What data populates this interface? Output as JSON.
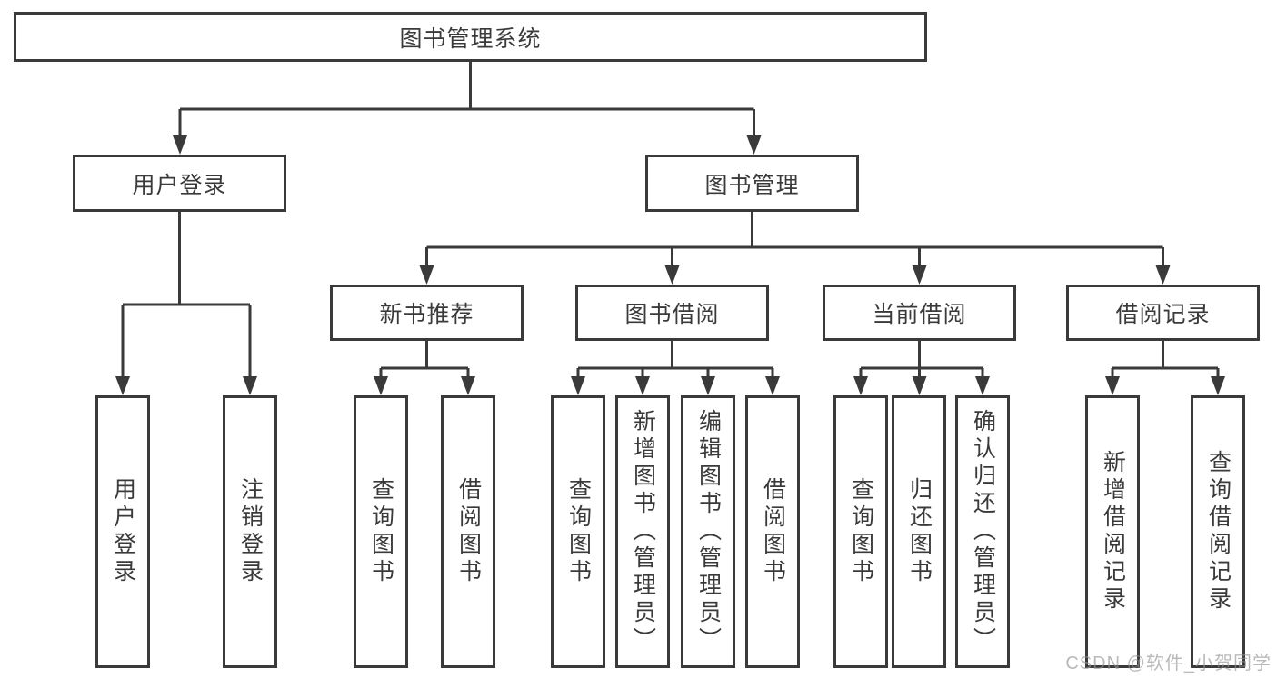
{
  "nodes": {
    "root": "图书管理系统",
    "level2": [
      "用户登录",
      "图书管理"
    ],
    "level3": [
      "新书推荐",
      "图书借阅",
      "当前借阅",
      "借阅记录"
    ],
    "leaves": {
      "user_login": [
        "用户登录",
        "注销登录"
      ],
      "new_books": [
        "查询图书",
        "借阅图书"
      ],
      "book_borrow": [
        "查询图书",
        "新增图书（管理员）",
        "编辑图书（管理员）",
        "借阅图书"
      ],
      "current_borrow": [
        "查询图书",
        "归还图书",
        "确认归还（管理员）"
      ],
      "borrow_records": [
        "新增借阅记录",
        "查询借阅记录"
      ]
    }
  },
  "watermark": "CSDN @软件_小贺同学",
  "colors": {
    "line": "#3a3a3a",
    "text": "#3a3a3a",
    "watermark": "#949494",
    "background": "#ffffff"
  }
}
